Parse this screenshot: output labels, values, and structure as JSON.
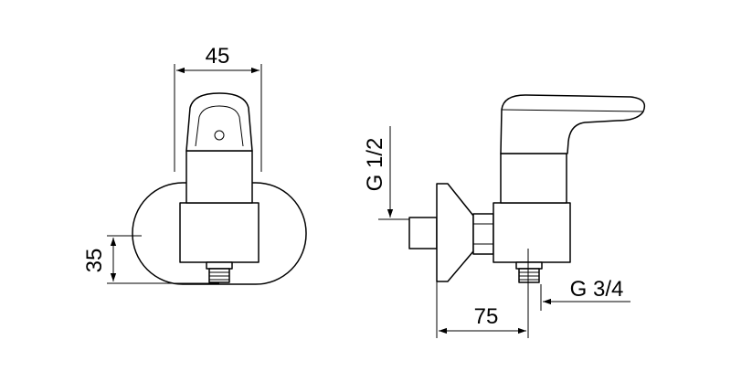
{
  "dimensions": {
    "front_width": "45",
    "front_height": "35",
    "side_inlet_thread": "G 1/2",
    "side_projection": "75",
    "side_outlet_thread": "G 3/4"
  },
  "colors": {
    "line": "#000000",
    "background": "#ffffff"
  }
}
